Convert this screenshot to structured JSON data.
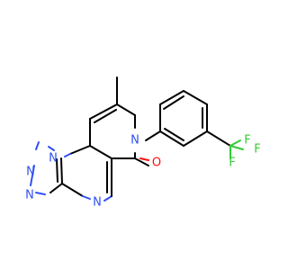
{
  "molecule": {
    "colors": {
      "carbon": "#000000",
      "nitrogen": "#3050F8",
      "oxygen": "#FF0D0D",
      "fluorine": "#33CC33"
    },
    "atom_labels": {
      "n_triazole_top": "N",
      "n_triazole_left": "N",
      "n_bridge": "N",
      "n_pyrimidine": "N",
      "n_pyridinone": "N",
      "o_carbonyl": "O",
      "f1": "F",
      "f2": "F",
      "f3": "F"
    }
  }
}
